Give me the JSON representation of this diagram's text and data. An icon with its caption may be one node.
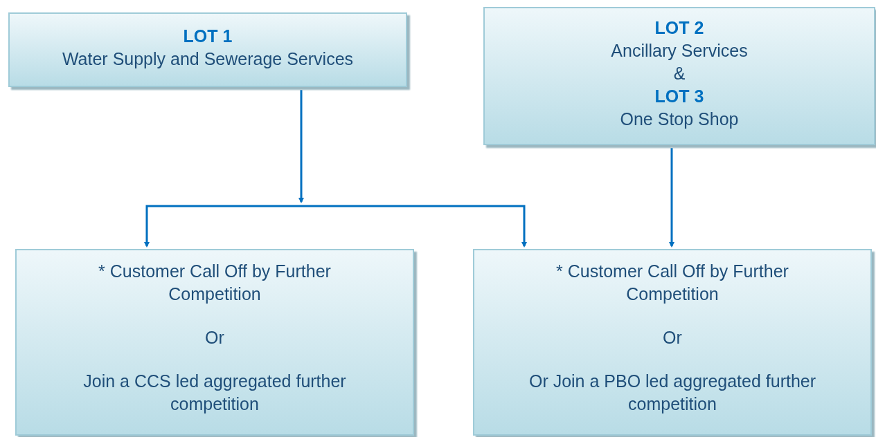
{
  "diagram": {
    "nodes": [
      {
        "text": [
          "LOT 1",
          "Water Supply and Sewerage Services"
        ]
      },
      {
        "text": [
          "LOT 2",
          "Ancillary Services",
          "&",
          "LOT 3",
          "One Stop Shop"
        ]
      },
      {
        "text": [
          "* Customer Call Off by Further Competition",
          "Or",
          "Join a CCS led aggregated further competition"
        ]
      },
      {
        "text": [
          "* Customer Call Off by Further Competition",
          "Or",
          "Or Join a PBO led aggregated further competition"
        ]
      }
    ],
    "edges": [
      {
        "from": 0,
        "to": 2,
        "arrow": "to"
      },
      {
        "from": 0,
        "to": 3,
        "arrow": "to"
      },
      {
        "from": 1,
        "to": 3,
        "arrow": "to"
      }
    ]
  }
}
